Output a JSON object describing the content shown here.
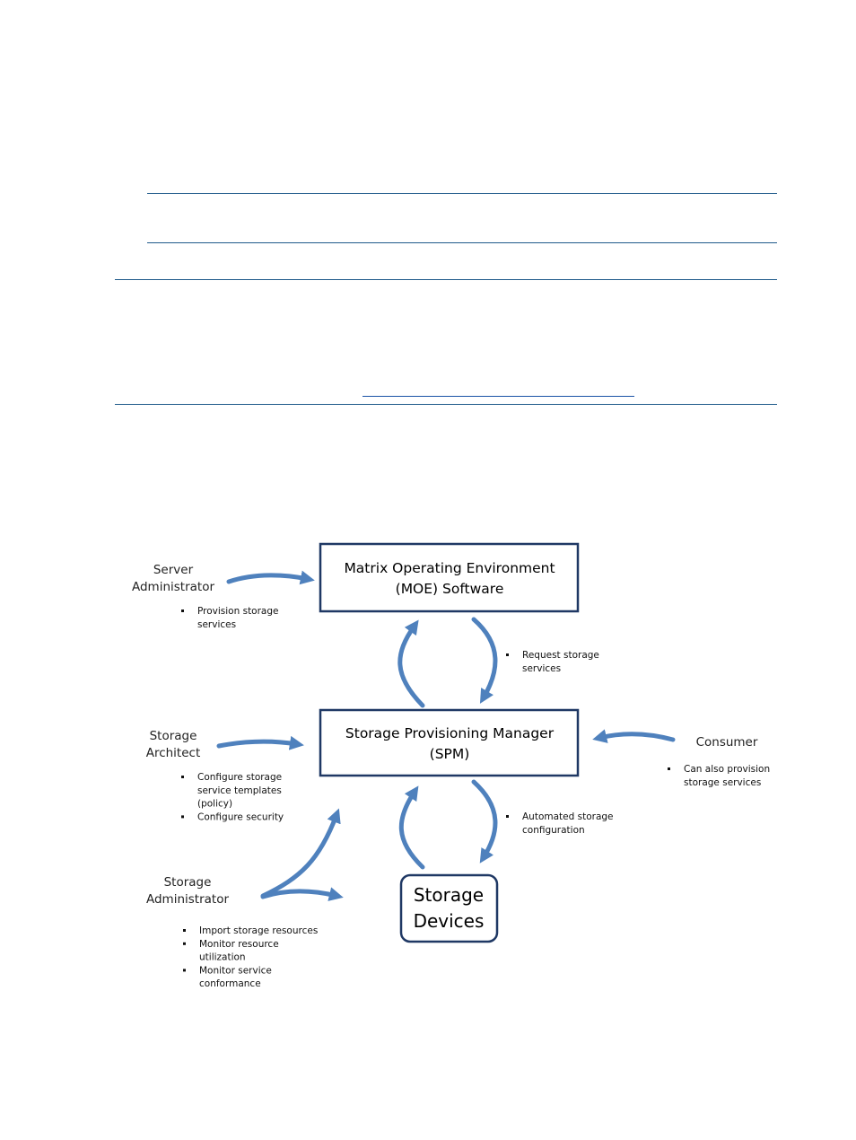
{
  "diagram": {
    "moe_box": {
      "line1": "Matrix Operating Environment",
      "line2": "(MOE) Software"
    },
    "spm_box": {
      "line1": "Storage Provisioning Manager",
      "line2": "(SPM)"
    },
    "devices_box": {
      "line1": "Storage",
      "line2": "Devices"
    },
    "roles": {
      "server_admin": {
        "line1": "Server",
        "line2": "Administrator"
      },
      "storage_architect": {
        "line1": "Storage",
        "line2": "Architect"
      },
      "storage_admin": {
        "line1": "Storage",
        "line2": "Administrator"
      },
      "consumer": {
        "line1": "Consumer"
      }
    },
    "notes": {
      "server_admin": [
        [
          "Provision storage",
          "services"
        ]
      ],
      "request": [
        [
          "Request storage",
          "services"
        ]
      ],
      "storage_architect": [
        [
          "Configure storage",
          "service templates",
          "(policy)"
        ],
        [
          "Configure security"
        ]
      ],
      "consumer": [
        [
          "Can also provision",
          "storage services"
        ]
      ],
      "automated": [
        [
          "Automated storage",
          "configuration"
        ]
      ],
      "storage_admin": [
        [
          "Import storage resources"
        ],
        [
          "Monitor resource",
          "utilization"
        ],
        [
          "Monitor service",
          "conformance"
        ]
      ]
    },
    "colors": {
      "arrow": "#4f81bd",
      "box_border": "#1f3864",
      "rule": "#1f5a8a"
    }
  }
}
